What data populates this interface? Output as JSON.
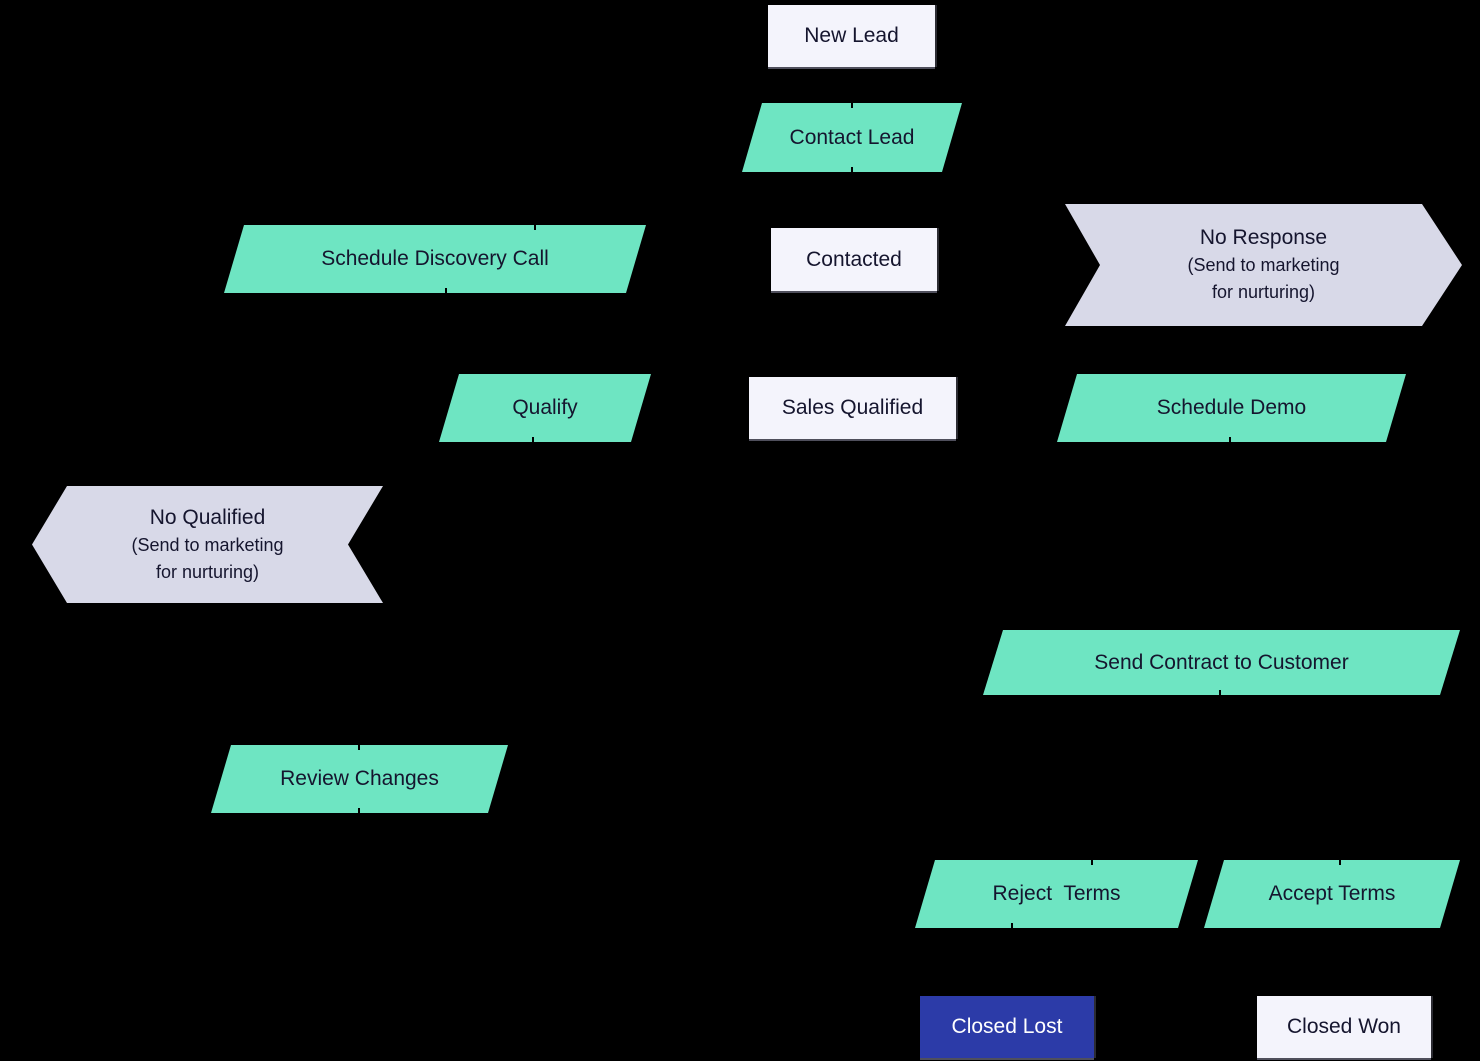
{
  "diagram": {
    "background": "#000000",
    "text_color": "#15152E",
    "colors": {
      "process_teal": "#6EE5C2",
      "offramp_lavender": "#D8D9E8",
      "state_white": "#F4F4FC",
      "closed_lost_blue": "#2C3BA8",
      "closed_lost_text": "#FFFFFF"
    },
    "nodes": {
      "new_lead": {
        "label": "New Lead",
        "shape": "rectangle",
        "fill": "#F4F4FC"
      },
      "contact_lead": {
        "label": "Contact Lead",
        "shape": "parallelogram",
        "fill": "#6EE5C2"
      },
      "schedule_discovery_call": {
        "label": "Schedule Discovery Call",
        "shape": "parallelogram",
        "fill": "#6EE5C2"
      },
      "contacted": {
        "label": "Contacted",
        "shape": "rectangle",
        "fill": "#F4F4FC"
      },
      "no_response": {
        "label": "No Response",
        "sublabel_line1": "(Send to marketing",
        "sublabel_line2": "for nurturing)",
        "shape": "chevron-right",
        "fill": "#D8D9E8"
      },
      "qualify": {
        "label": "Qualify",
        "shape": "parallelogram",
        "fill": "#6EE5C2"
      },
      "sales_qualified": {
        "label": "Sales Qualified",
        "shape": "rectangle",
        "fill": "#F4F4FC"
      },
      "schedule_demo": {
        "label": "Schedule Demo",
        "shape": "parallelogram",
        "fill": "#6EE5C2"
      },
      "no_qualified": {
        "label": "No Qualified",
        "sublabel_line1": "(Send to marketing",
        "sublabel_line2": "for nurturing)",
        "shape": "chevron-left",
        "fill": "#D8D9E8"
      },
      "send_contract": {
        "label": "Send Contract to Customer",
        "shape": "parallelogram",
        "fill": "#6EE5C2"
      },
      "review_changes": {
        "label": "Review Changes",
        "shape": "parallelogram",
        "fill": "#6EE5C2"
      },
      "reject_terms": {
        "label": "Reject  Terms",
        "shape": "parallelogram",
        "fill": "#6EE5C2"
      },
      "accept_terms": {
        "label": "Accept Terms",
        "shape": "parallelogram",
        "fill": "#6EE5C2"
      },
      "closed_lost": {
        "label": "Closed Lost",
        "shape": "rectangle",
        "fill": "#2C3BA8",
        "text": "#FFFFFF"
      },
      "closed_won": {
        "label": "Closed Won",
        "shape": "rectangle",
        "fill": "#F4F4FC"
      }
    }
  }
}
